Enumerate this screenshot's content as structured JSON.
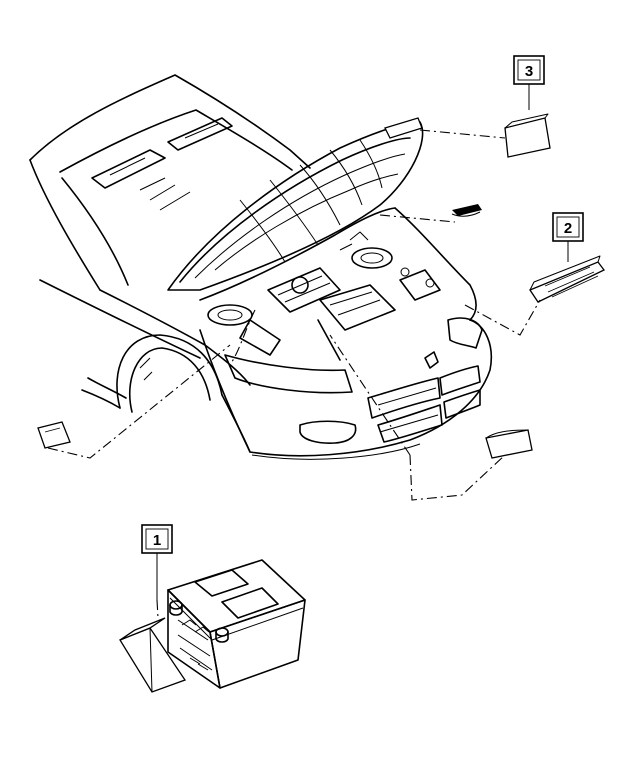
{
  "callouts": [
    {
      "id": "callout-1",
      "number": "1"
    },
    {
      "id": "callout-2",
      "number": "2"
    },
    {
      "id": "callout-3",
      "number": "3"
    }
  ],
  "colors": {
    "line": "#000000",
    "background": "#ffffff"
  }
}
